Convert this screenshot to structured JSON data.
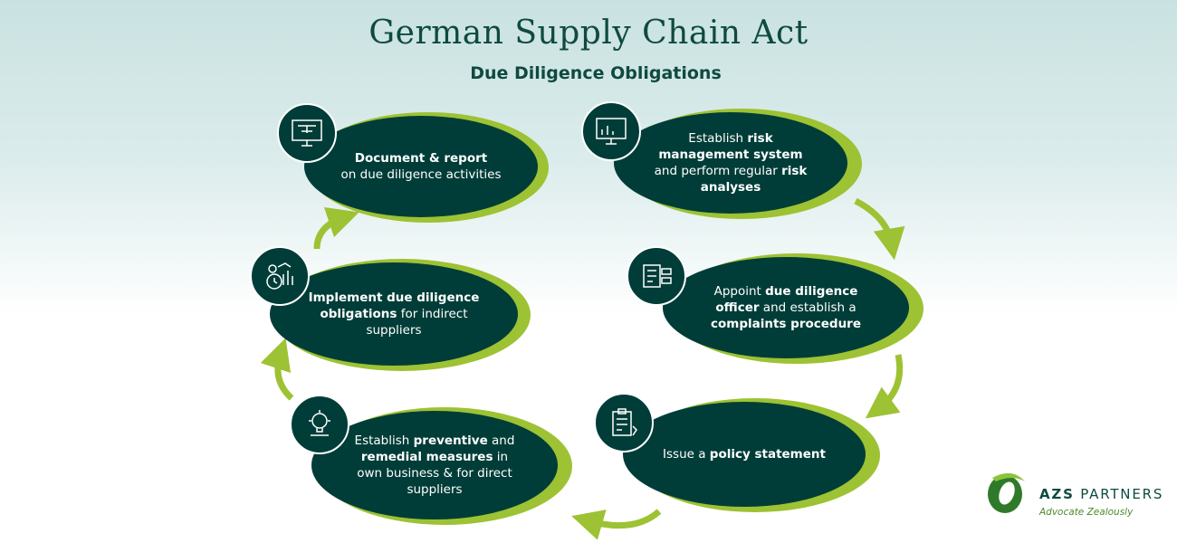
{
  "header": {
    "title": "German Supply Chain Act",
    "subtitle": "Due Diligence Obligations"
  },
  "steps": [
    {
      "icon": "monitor-flowchart-icon",
      "segments": [
        {
          "t": "Document & report",
          "b": true
        },
        {
          "t": "on due diligence activities",
          "b": false
        }
      ]
    },
    {
      "icon": "analytics-monitor-icon",
      "segments": [
        {
          "t": "Establish ",
          "b": false
        },
        {
          "t": "risk management system",
          "b": true
        },
        {
          "t": " and perform regular ",
          "b": false
        },
        {
          "t": "risk analyses",
          "b": true
        }
      ]
    },
    {
      "icon": "officer-checklist-icon",
      "segments": [
        {
          "t": "Appoint ",
          "b": false
        },
        {
          "t": "due diligence officer",
          "b": true
        },
        {
          "t": " and establish a ",
          "b": false
        },
        {
          "t": "complaints procedure",
          "b": true
        }
      ]
    },
    {
      "icon": "policy-clipboard-icon",
      "segments": [
        {
          "t": "Issue a ",
          "b": false
        },
        {
          "t": "policy statement",
          "b": true
        }
      ]
    },
    {
      "icon": "lightbulb-shield-icon",
      "segments": [
        {
          "t": "Establish ",
          "b": false
        },
        {
          "t": "preventive",
          "b": true
        },
        {
          "t": " and ",
          "b": false
        },
        {
          "t": "remedial measures",
          "b": true
        },
        {
          "t": " in own business & for direct suppliers",
          "b": false
        }
      ]
    },
    {
      "icon": "gear-clock-chart-icon",
      "segments": [
        {
          "t": "Implement due diligence obligations",
          "b": true
        },
        {
          "t": " for indirect suppliers",
          "b": false
        }
      ]
    }
  ],
  "logo": {
    "name_bold": "AZS",
    "name_rest": " PARTNERS",
    "tagline": "Advocate Zealously"
  },
  "colors": {
    "dark": "#003d38",
    "accent": "#9dc233",
    "title": "#0f4a3f"
  }
}
